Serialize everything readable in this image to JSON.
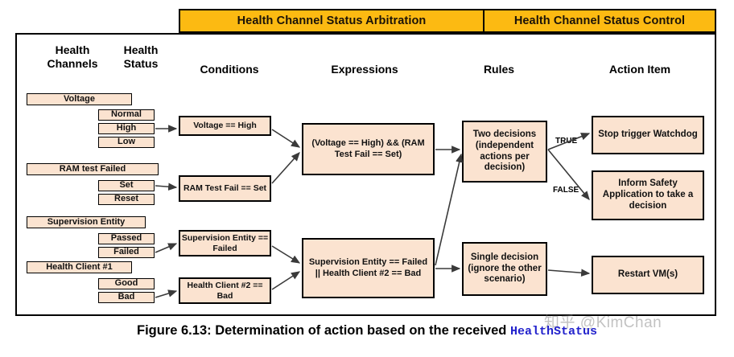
{
  "banners": [
    {
      "id": "arbitration",
      "label": "Health Channel Status Arbitration"
    },
    {
      "id": "control",
      "label": "Health Channel Status Control"
    }
  ],
  "column_headers": [
    {
      "id": "health-channels",
      "label": "Health\nChannels"
    },
    {
      "id": "health-status",
      "label": "Health\nStatus"
    },
    {
      "id": "conditions",
      "label": "Conditions"
    },
    {
      "id": "expressions",
      "label": "Expressions"
    },
    {
      "id": "rules",
      "label": "Rules"
    },
    {
      "id": "action-item",
      "label": "Action Item"
    }
  ],
  "health_channels": [
    {
      "id": "voltage",
      "label": "Voltage",
      "statuses": [
        "Normal",
        "High",
        "Low"
      ],
      "selected": "High"
    },
    {
      "id": "ram-test-failed",
      "label": "RAM test Failed",
      "statuses": [
        "Set",
        "Reset"
      ],
      "selected": "Set"
    },
    {
      "id": "supervision-entity",
      "label": "Supervision Entity",
      "statuses": [
        "Passed",
        "Failed"
      ],
      "selected": "Failed"
    },
    {
      "id": "health-client-1",
      "label": "Health Client #1",
      "statuses": [
        "Good",
        "Bad"
      ],
      "selected": "Bad"
    }
  ],
  "conditions": [
    {
      "id": "cond-voltage",
      "label": "Voltage == High"
    },
    {
      "id": "cond-ram",
      "label": "RAM Test Fail == Set"
    },
    {
      "id": "cond-supervision",
      "label": "Supervision Entity == Failed"
    },
    {
      "id": "cond-client",
      "label": "Health Client #2 == Bad"
    }
  ],
  "expressions": [
    {
      "id": "expr-and",
      "label": "(Voltage == High) && (RAM Test Fail == Set)"
    },
    {
      "id": "expr-or",
      "label": "Supervision Entity == Failed || Health Client #2 == Bad"
    }
  ],
  "rules": [
    {
      "id": "rule-two",
      "label": "Two decisions (independent actions per decision)"
    },
    {
      "id": "rule-single",
      "label": "Single decision (ignore the other scenario)"
    }
  ],
  "actions": [
    {
      "id": "act-watchdog",
      "label": "Stop trigger Watchdog"
    },
    {
      "id": "act-inform",
      "label": "Inform Safety Application to take a decision"
    },
    {
      "id": "act-restart",
      "label": "Restart VM(s)"
    }
  ],
  "edge_labels": [
    {
      "id": "true-label",
      "label": "TRUE"
    },
    {
      "id": "false-label",
      "label": "FALSE"
    }
  ],
  "caption": {
    "text": "Figure 6.13: Determination of action based on the received ",
    "code": "HealthStatus"
  },
  "watermark": {
    "label": "知乎 @KimChan"
  },
  "colors": {
    "banner_fill": "#FCBA12",
    "box_fill": "#FBE3D0",
    "border": "#000000",
    "code_text": "#2222cc",
    "arrow": "#3a3a3a"
  }
}
